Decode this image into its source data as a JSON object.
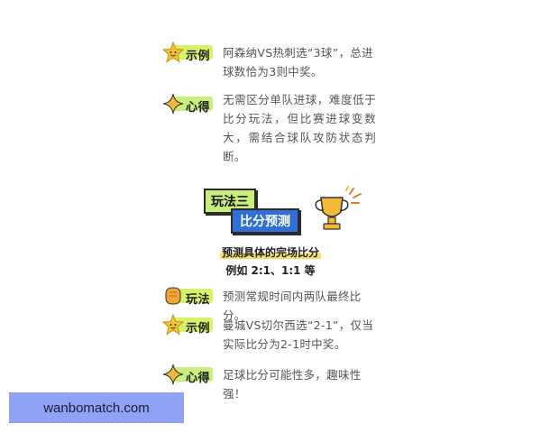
{
  "rows_top": [
    {
      "tag": "示例",
      "text": "阿森纳VS热刺选“3球”，总进球数恰为3则中奖。"
    },
    {
      "tag": "心得",
      "text": "无需区分单队进球，难度低于比分玩法，但比赛进球变数大，需结合球队攻防状态判断。"
    }
  ],
  "banner": {
    "line1": "玩法三",
    "line2": "比分预测"
  },
  "subtitle": {
    "line1": "预测具体的完场比分",
    "line2": "例如 2:1、1:1 等"
  },
  "rows_bottom": [
    {
      "tag": "玩法",
      "text": "预测常规时间内两队最终比分。"
    },
    {
      "tag": "示例",
      "text": "曼城VS切尔西选“2-1”，仅当实际比分为2-1时中奖。"
    },
    {
      "tag": "心得",
      "text": "足球比分可能性多，趣味性强！"
    }
  ],
  "brand": {
    "text": "wanbomatch.com"
  },
  "colors": {
    "tag_green": "#c9ee7b",
    "banner_blue": "#2f6fd6",
    "brand_bg": "#8fa2f3",
    "star": "#f2c230"
  },
  "icons": {
    "example": "star-face-icon",
    "tip": "sparkle-icon",
    "play": "ball-hand-icon"
  }
}
